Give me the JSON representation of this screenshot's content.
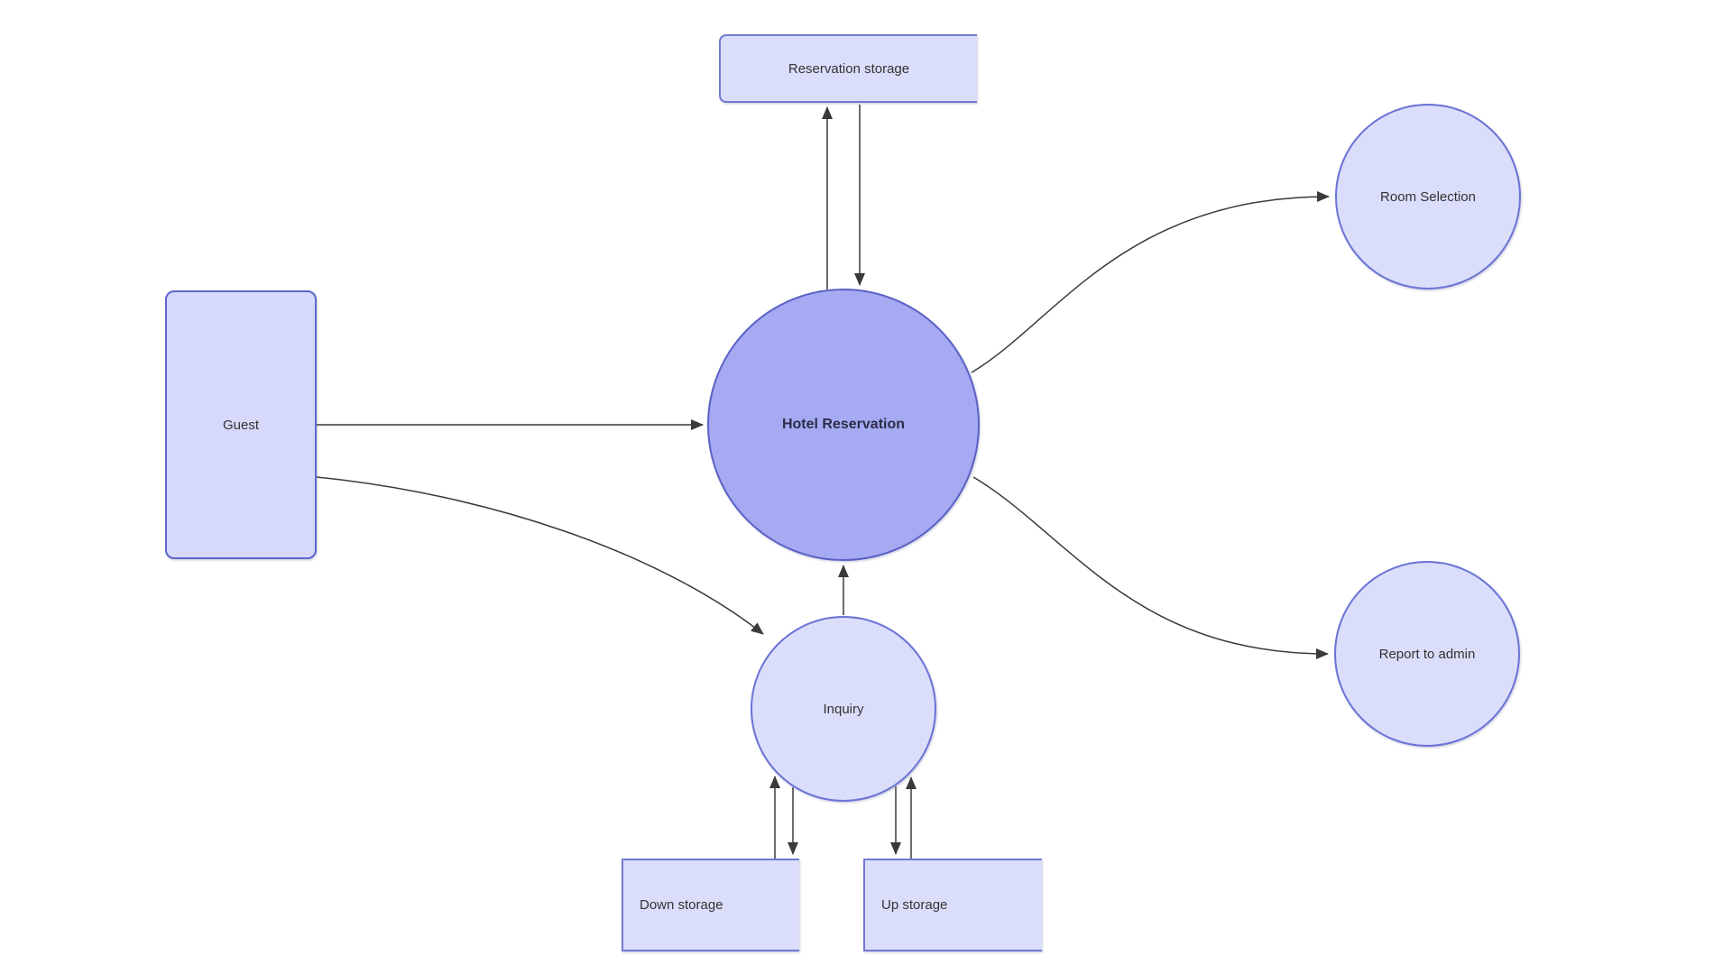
{
  "nodes": {
    "reservation_storage": {
      "label": "Reservation storage",
      "type": "data-store"
    },
    "room_selection": {
      "label": "Room Selection",
      "type": "process"
    },
    "guest": {
      "label": "Guest",
      "type": "external-entity"
    },
    "hotel_reservation": {
      "label": "Hotel Reservation",
      "type": "process"
    },
    "report_to_admin": {
      "label": "Report to admin",
      "type": "process"
    },
    "inquiry": {
      "label": "Inquiry",
      "type": "process"
    },
    "down_storage": {
      "label": "Down storage",
      "type": "data-store"
    },
    "up_storage": {
      "label": "Up storage",
      "type": "data-store"
    }
  },
  "edges": [
    {
      "from": "hotel_reservation",
      "to": "reservation_storage"
    },
    {
      "from": "reservation_storage",
      "to": "hotel_reservation"
    },
    {
      "from": "guest",
      "to": "hotel_reservation"
    },
    {
      "from": "guest",
      "to": "inquiry"
    },
    {
      "from": "hotel_reservation",
      "to": "room_selection"
    },
    {
      "from": "hotel_reservation",
      "to": "report_to_admin"
    },
    {
      "from": "inquiry",
      "to": "hotel_reservation"
    },
    {
      "from": "down_storage",
      "to": "inquiry"
    },
    {
      "from": "inquiry",
      "to": "down_storage"
    },
    {
      "from": "inquiry",
      "to": "up_storage"
    },
    {
      "from": "up_storage",
      "to": "inquiry"
    }
  ],
  "colors": {
    "canvas_bg": "#ffffff",
    "shape_fill_light": "#dbdefb",
    "storage_border": "#7279d0",
    "circle_border_light": "#6b74d6",
    "entity_fill": "#d6d9fa",
    "entity_border": "#5f67cb",
    "process_fill": "#a5aaf2",
    "process_border": "#5a61c6",
    "connector": "#3a3a3a",
    "text": "#333333",
    "text_dark": "#2d2d49"
  }
}
